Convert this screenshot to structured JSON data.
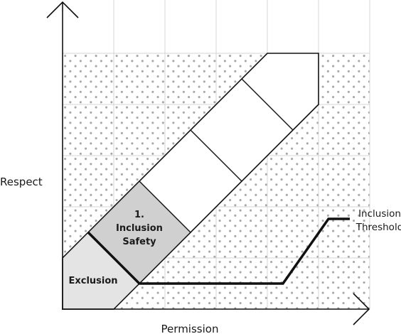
{
  "axes": {
    "x_label": "Permission",
    "y_label": "Respect"
  },
  "zones": {
    "exclusion": {
      "label": "Exclusion",
      "color": "#e4e4e4"
    },
    "inclusion_safety": {
      "lines": [
        "1.",
        "Inclusion",
        "Safety"
      ],
      "color": "#d0d0d0"
    }
  },
  "threshold": {
    "lines": [
      "Inclusion",
      "Threshold"
    ],
    "color": "#111111"
  },
  "colors": {
    "stroke": "#111111",
    "dots": "#a8a8a8",
    "grid": "#d4d4d4"
  }
}
